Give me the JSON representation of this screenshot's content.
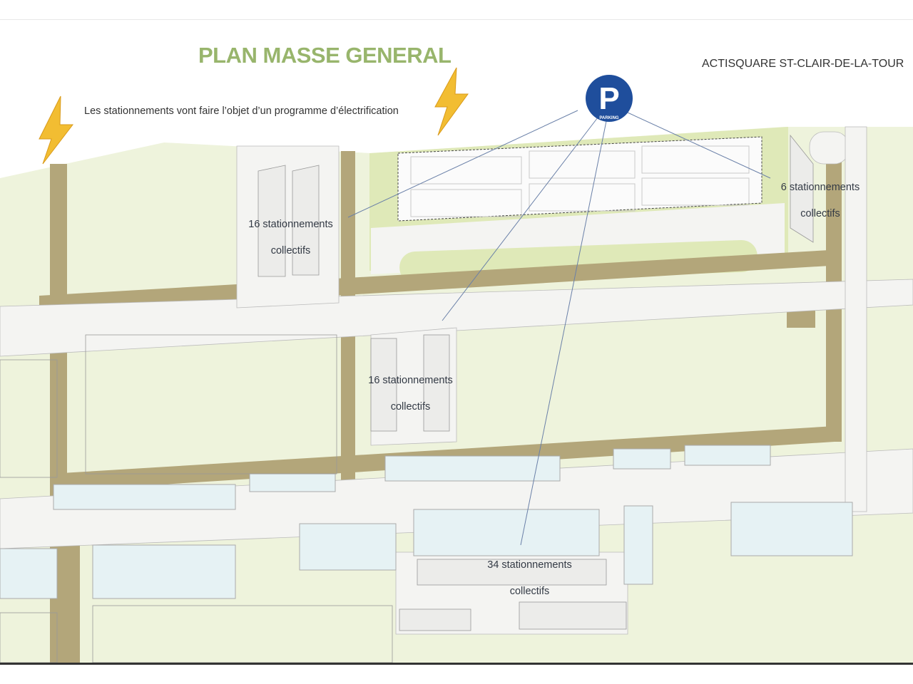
{
  "header": {
    "title": "PLAN MASSE GENERAL",
    "site_name": "ACTISQUARE ST-CLAIR-DE-LA-TOUR",
    "note": "Les stationnements vont faire l’objet d’un programme d’électrification"
  },
  "parking_sign": {
    "letter": "P",
    "caption": "PARKING"
  },
  "parking_zones": [
    {
      "count_label": "16 stationnements",
      "type_label": "collectifs"
    },
    {
      "count_label": "16 stationnements",
      "type_label": "collectifs"
    },
    {
      "count_label": "6 stationnements",
      "type_label": "collectifs"
    },
    {
      "count_label": "34 stationnements",
      "type_label": "collectifs"
    }
  ],
  "icons": [
    "lightning-icon",
    "parking-sign-icon"
  ],
  "colors": {
    "title": "#98b56c",
    "ground": "#eef3dc",
    "road": "#b3a67a",
    "pavement": "#f4f4f2",
    "parking_sign": "#1f4e9c",
    "lightning": "#f2bd32",
    "water": "#e6f2f4"
  }
}
